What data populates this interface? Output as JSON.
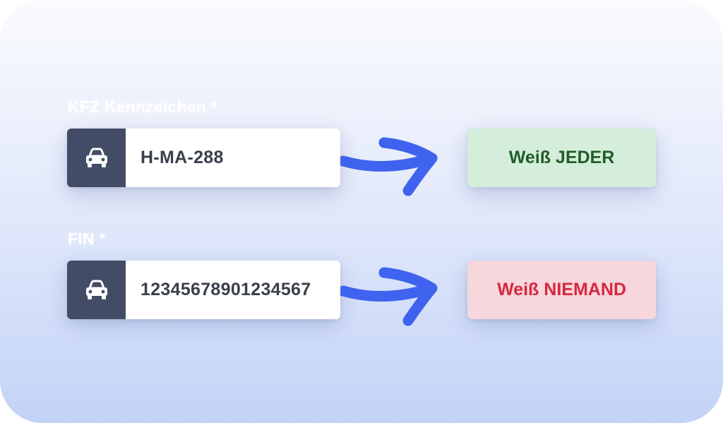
{
  "fields": [
    {
      "label": "KFZ Kennzeichen *",
      "icon": "car-icon",
      "value": "H-MA-288",
      "result": "Weiß JEDER",
      "result_bg": "#d5eddb",
      "result_color": "#1f5d2a"
    },
    {
      "label": "FIN *",
      "icon": "car-icon",
      "value": "12345678901234567",
      "result": "Weiß NIEMAND",
      "result_bg": "#f7d6dc",
      "result_color": "#d5283f"
    }
  ],
  "colors": {
    "icon_bg": "#434c66",
    "arrow": "#3f63ee",
    "input_text": "#3a3f4b"
  }
}
